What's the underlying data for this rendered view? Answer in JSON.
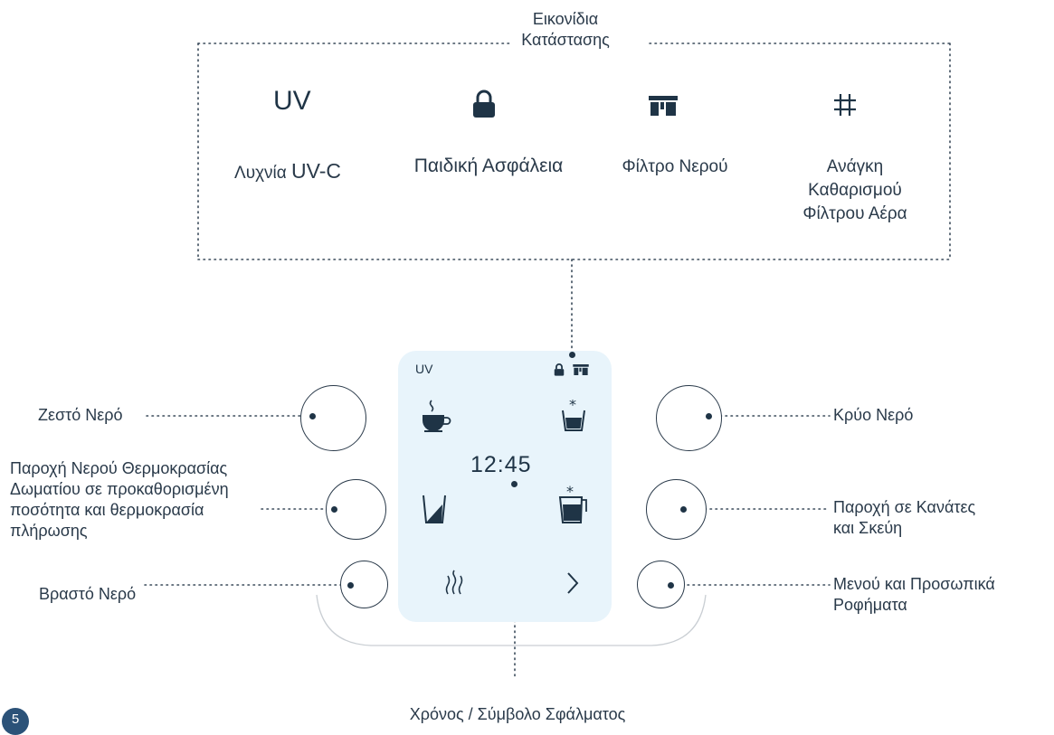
{
  "status_section": {
    "title": "Εικονίδια Κατάστασης",
    "title_line1": "Εικονίδια",
    "title_line2": "Κατάστασης",
    "items": [
      {
        "icon": "uv-icon",
        "icon_text": "UV",
        "label_prefix": "Λυχνία",
        "label_suffix": "UV-C"
      },
      {
        "icon": "lock-icon",
        "label": "Παιδική Ασφάλεια"
      },
      {
        "icon": "water-filter-icon",
        "label": "Φίλτρο Νερού"
      },
      {
        "icon": "air-filter-grid-icon",
        "label_lines": [
          "Ανάγκη",
          "Καθαρισμού",
          "Φίλτρου Αέρα"
        ]
      }
    ]
  },
  "panel": {
    "uv_text": "UV",
    "time": "12:45",
    "icons": [
      "hot-cup-icon",
      "cold-glass-icon",
      "room-temp-glass-icon",
      "jug-icon",
      "steam-icon",
      "chevron-right-icon"
    ]
  },
  "left_labels": {
    "hot_water": "Ζεστό Νερό",
    "room_temp": [
      "Παροχή Νερού Θερμοκρασίας",
      "Δωματίου σε προκαθορισμένη",
      "ποσότητα και θερμοκρασία",
      "πλήρωσης"
    ],
    "boiling_water": "Βραστό Νερό"
  },
  "right_labels": {
    "cold_water": "Κρύο Νερό",
    "jugs": [
      "Παροχή σε Κανάτες",
      "και Σκεύη"
    ],
    "menu": [
      "Μενού και Προσωπικά",
      "Ροφήματα"
    ]
  },
  "bottom_label": "Χρόνος / Σύμβολο Σφάλματος",
  "page_number": "5",
  "colors": {
    "panel_bg": "#e8f4fb",
    "ink": "#1f3446",
    "badge": "#2b5278"
  }
}
